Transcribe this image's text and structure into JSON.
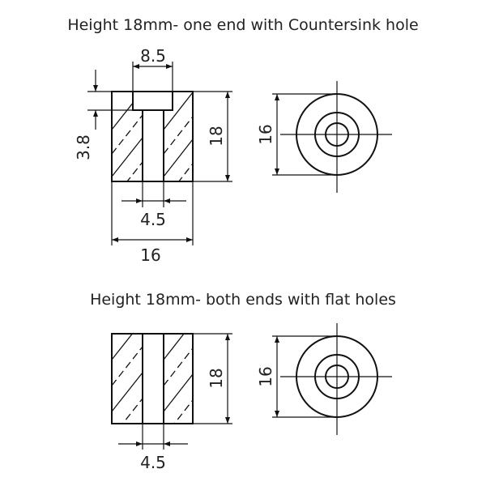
{
  "diagram": {
    "top": {
      "title": "Height 18mm- one end with Countersink hole",
      "dims": {
        "countersink_width": "8.5",
        "countersink_depth": "3.8",
        "height": "18",
        "hole_diameter": "4.5",
        "outer_diameter": "16",
        "end_view_diameter": "16"
      }
    },
    "bottom": {
      "title": "Height 18mm- both ends with flat holes",
      "dims": {
        "height": "18",
        "hole_diameter": "4.5",
        "end_view_diameter": "16"
      }
    }
  }
}
